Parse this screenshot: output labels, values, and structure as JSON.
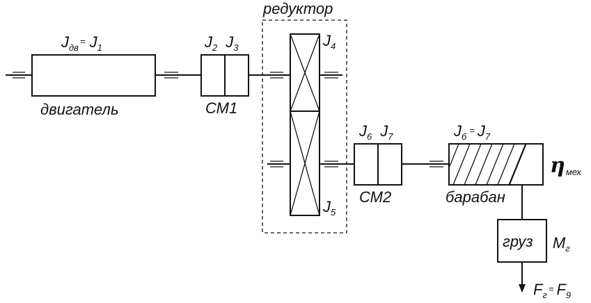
{
  "reducer": {
    "title": "редуктор",
    "j_top": "J",
    "j_top_sub": "4",
    "j_bot": "J",
    "j_bot_sub": "5"
  },
  "motor": {
    "label": "двигатель",
    "j_a": "J",
    "j_a_sub": "дв",
    "eq": "=",
    "j_b": "J",
    "j_b_sub": "1"
  },
  "coupling1": {
    "label": "СМ1",
    "j_a": "J",
    "j_a_sub": "2",
    "j_b": "J",
    "j_b_sub": "3"
  },
  "coupling2": {
    "label": "СМ2",
    "j_a": "J",
    "j_a_sub": "6",
    "j_b": "J",
    "j_b_sub": "7"
  },
  "drum": {
    "label": "барабан",
    "j_a": "J",
    "j_a_sub": "б",
    "eq": "=",
    "j_b": "J",
    "j_b_sub": "7"
  },
  "efficiency": {
    "symbol": "η",
    "sub": "мех"
  },
  "load": {
    "label": "груз",
    "m": "M",
    "m_sub": "г"
  },
  "force": {
    "f_a": "F",
    "f_a_sub": "г",
    "eq": "=",
    "f_b": "F",
    "f_b_sub": "9"
  }
}
